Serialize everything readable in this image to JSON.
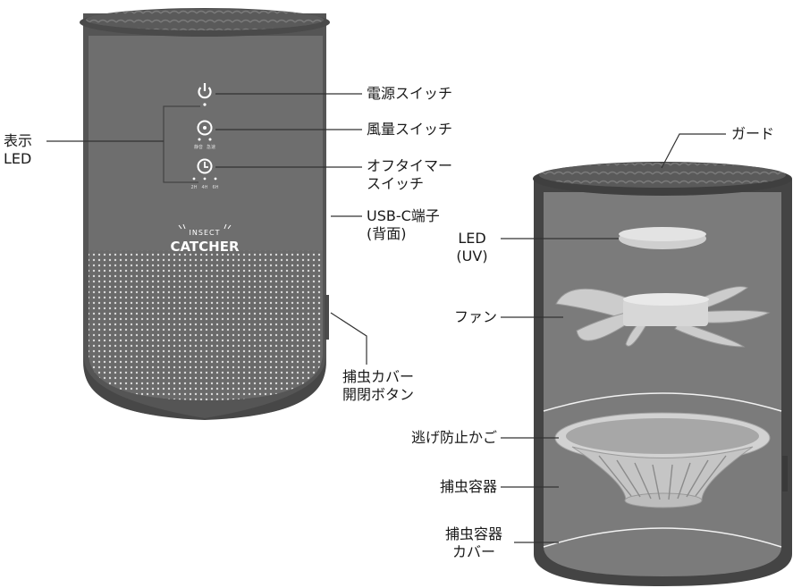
{
  "diagram": {
    "left_device": {
      "brand_top": "INSECT",
      "brand_bottom": "CATCHER",
      "fan_modes": [
        "静音",
        "急速"
      ],
      "timer_options": [
        "2H",
        "4H",
        "6H"
      ]
    },
    "labels": {
      "power_switch": "電源スイッチ",
      "fan_switch": "風量スイッチ",
      "display_led_1": "表示",
      "display_led_2": "LED",
      "off_timer_1": "オフタイマー",
      "off_timer_2": "スイッチ",
      "usb_c_1": "USB-C端子",
      "usb_c_2": "(背面)",
      "cover_button_1": "捕虫カバー",
      "cover_button_2": "開閉ボタン",
      "guard": "ガード",
      "led_uv_1": "LED",
      "led_uv_2": "(UV)",
      "fan": "ファン",
      "escape_basket": "逃げ防止かご",
      "container": "捕虫容器",
      "container_cover_1": "捕虫容器",
      "container_cover_2": "カバー"
    }
  }
}
